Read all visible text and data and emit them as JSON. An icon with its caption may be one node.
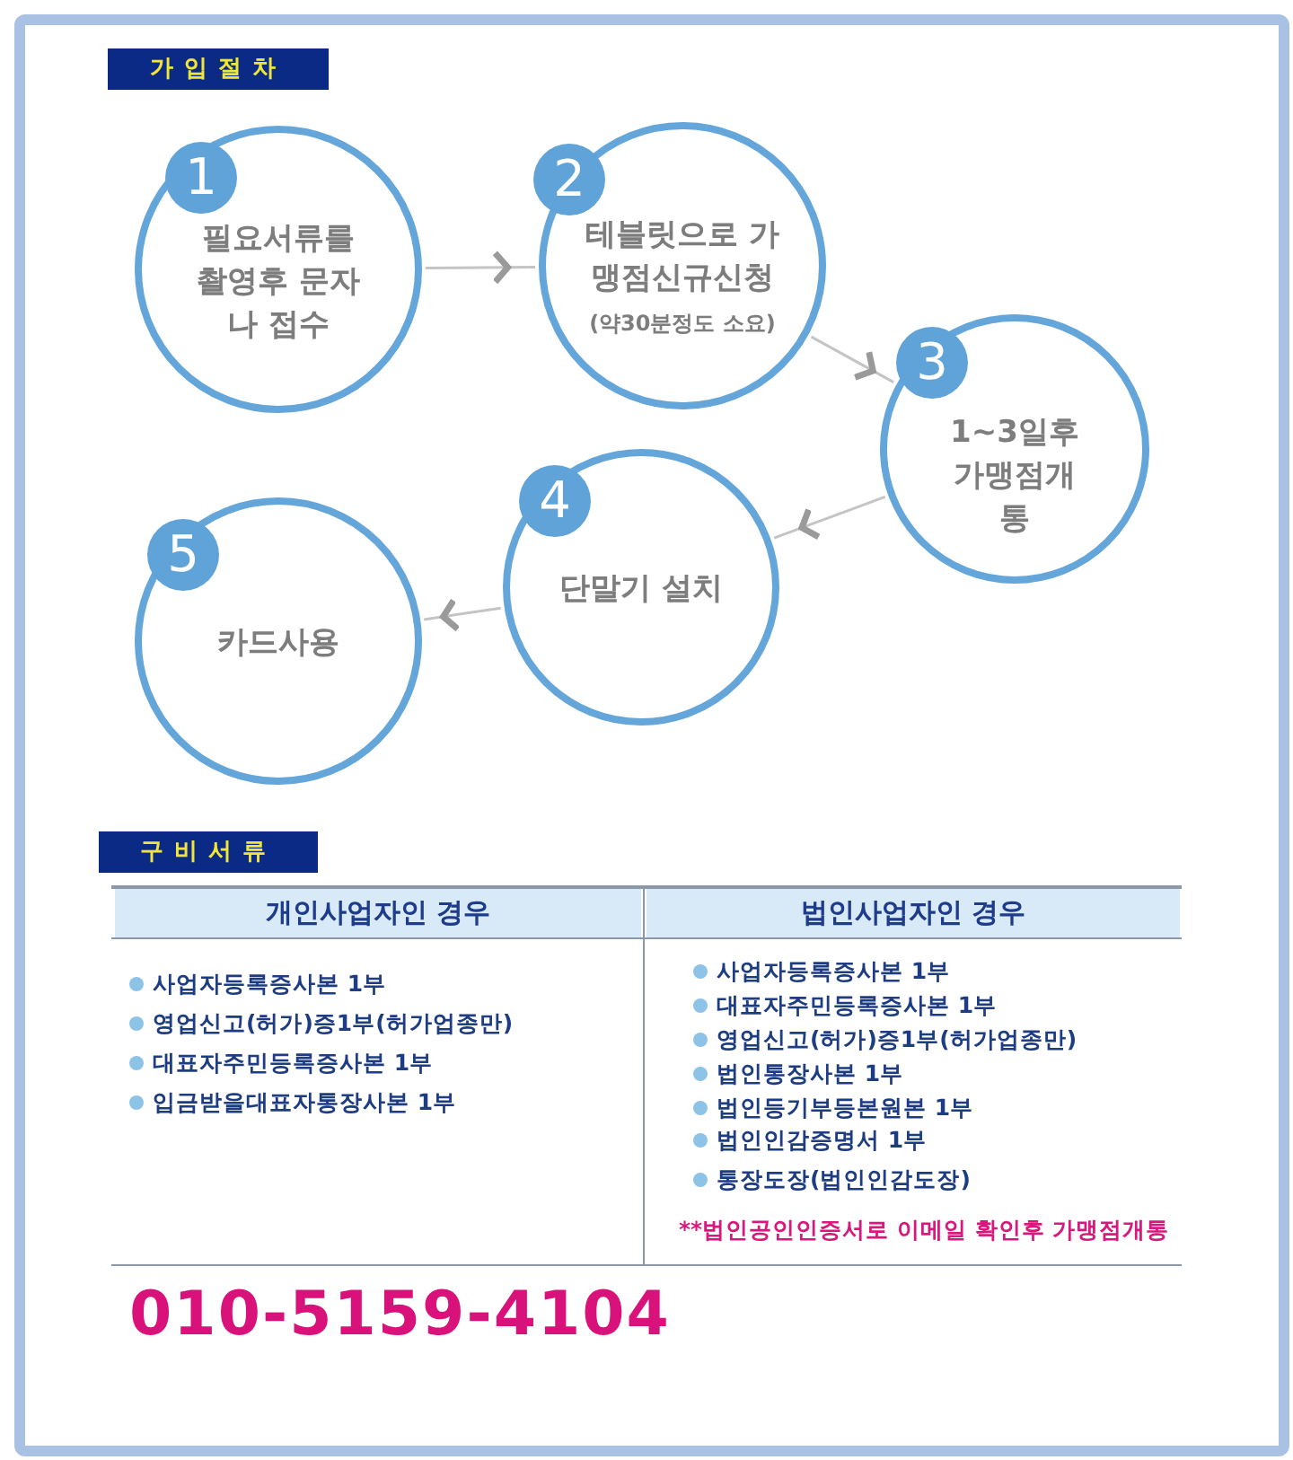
{
  "diagram": {
    "nodes": [
      {
        "text": [
          "가입절차"
        ]
      },
      {
        "text": [
          "1",
          "필요서류를 촬영후 문자나 접수"
        ]
      },
      {
        "text": [
          "2",
          "테블릿으로 가맹점신규신청",
          "(약30분정도 소요)"
        ]
      },
      {
        "text": [
          "3",
          "1~3일후 가맹점개통"
        ]
      },
      {
        "text": [
          "4",
          "단말기 설치"
        ]
      },
      {
        "text": [
          "5",
          "카드사용"
        ]
      },
      {
        "text": [
          "구비서류"
        ]
      }
    ],
    "edges": [
      {
        "from": 1,
        "to": 2,
        "arrow": "to"
      },
      {
        "from": 2,
        "to": 3,
        "arrow": "to"
      },
      {
        "from": 3,
        "to": 4,
        "arrow": "to"
      },
      {
        "from": 4,
        "to": 5,
        "arrow": "to"
      }
    ],
    "labels": [
      "개인사업자인 경우",
      "사업자등록증사본 1부",
      "영업신고(허가)증1부(허가업종만)",
      "대표자주민등록증사본 1부",
      "입금받을대표자통장사본 1부",
      "법인사업자인 경우",
      "사업자등록증사본 1부",
      "대표자주민등록증사본 1부",
      "영업신고(허가)증1부(허가업종만)",
      "법인통장사본 1부",
      "법인등기부등본원본 1부",
      "법인인감증명서 1부",
      "통장도장(법인인감도장)",
      "**법인공인인증서로 이메일 확인후 가맹점개통",
      "010-5159-4104"
    ]
  }
}
